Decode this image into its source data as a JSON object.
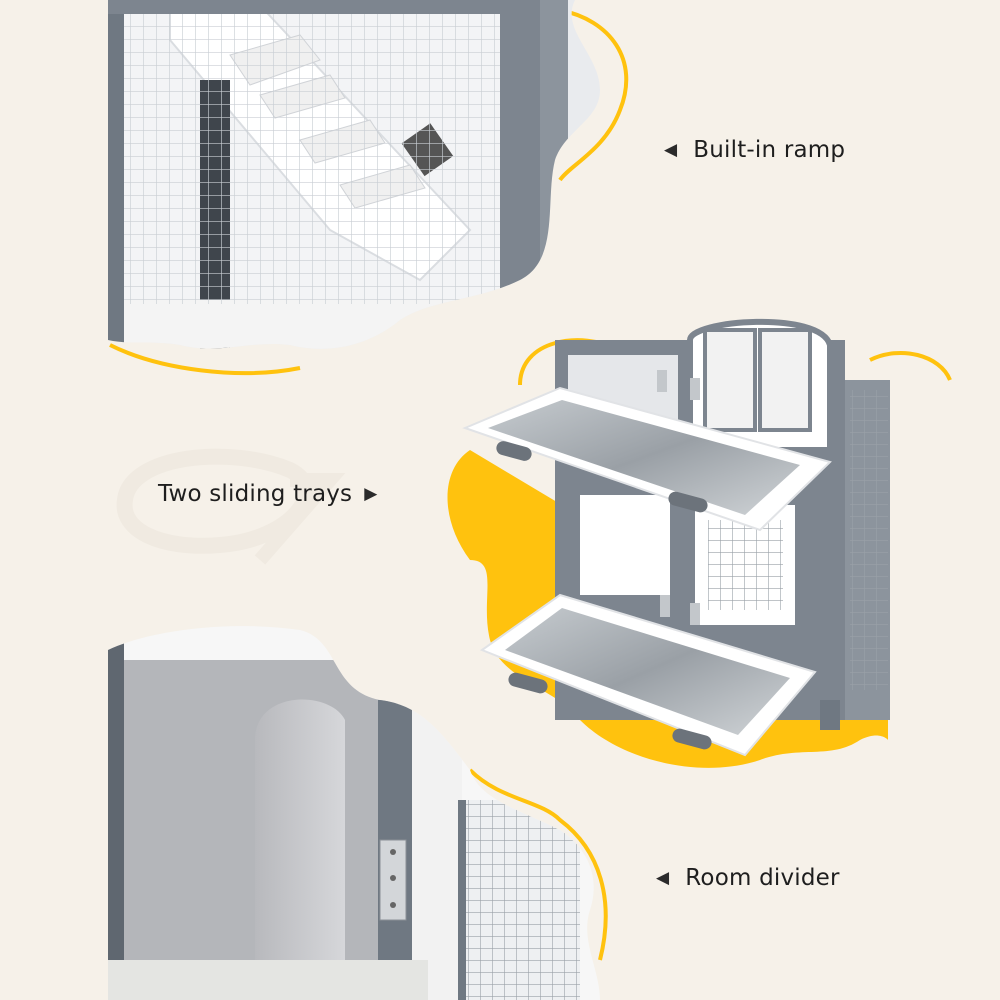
{
  "features": [
    {
      "label": "Built-in ramp",
      "arrow": "left-triangle-icon"
    },
    {
      "label": "Two sliding trays",
      "arrow": "right-triangle-icon"
    },
    {
      "label": "Room divider",
      "arrow": "left-triangle-icon"
    }
  ],
  "colors": {
    "background": "#f6f1e9",
    "accent_yellow": "#ffc20e",
    "frame_grey": "#7d858f",
    "wood_white": "#f7f7f7"
  }
}
